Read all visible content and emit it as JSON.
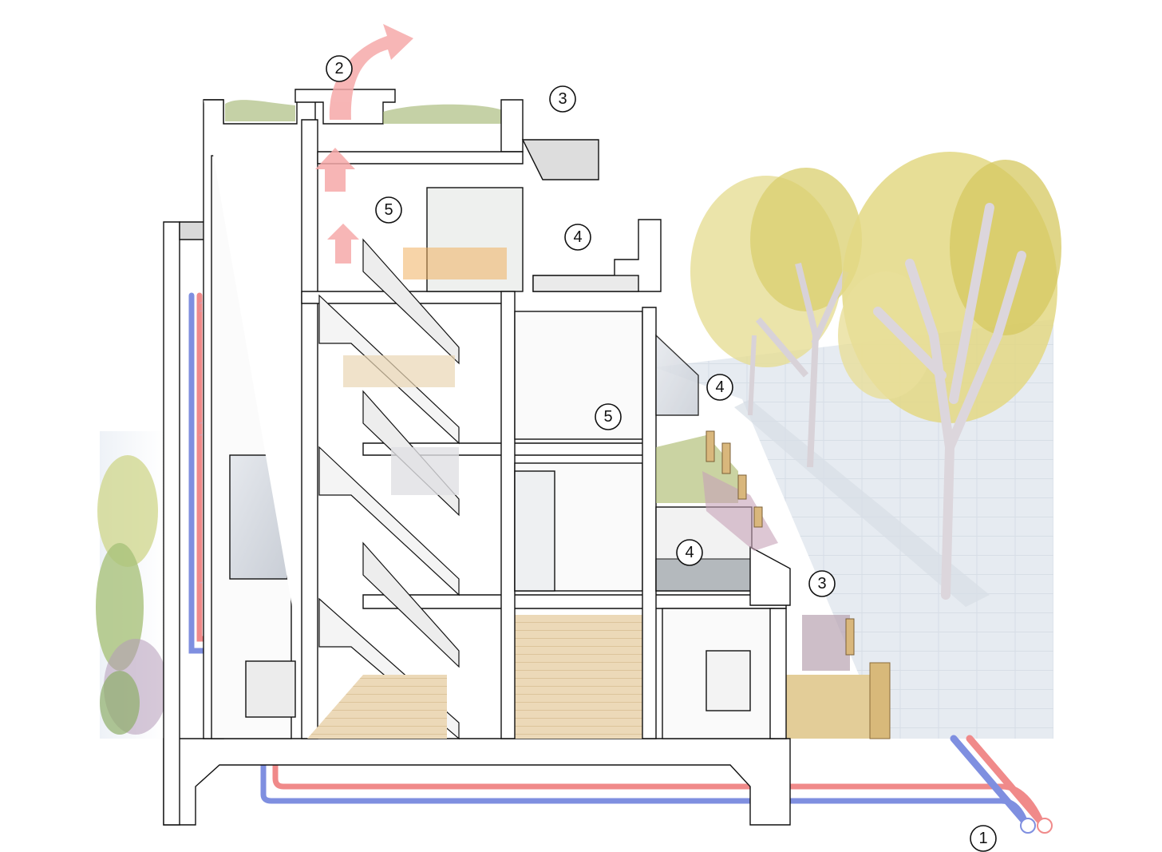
{
  "diagram": {
    "markers": [
      {
        "id": "m1",
        "label": "1"
      },
      {
        "id": "m2",
        "label": "2"
      },
      {
        "id": "m3a",
        "label": "3"
      },
      {
        "id": "m3b",
        "label": "3"
      },
      {
        "id": "m4a",
        "label": "4"
      },
      {
        "id": "m4b",
        "label": "4"
      },
      {
        "id": "m4c",
        "label": "4"
      },
      {
        "id": "m5a",
        "label": "5"
      },
      {
        "id": "m5b",
        "label": "5"
      }
    ],
    "colors": {
      "supply_pipe": "#f08a8a",
      "return_pipe": "#7f8fe0",
      "airflow_arrow": "#f6a9a9",
      "timber_floor": "#ead6b4",
      "tree_foliage": "#d8cf6a",
      "street_paving": "#dfe6ee",
      "green_roof": "#9fb36a"
    }
  }
}
